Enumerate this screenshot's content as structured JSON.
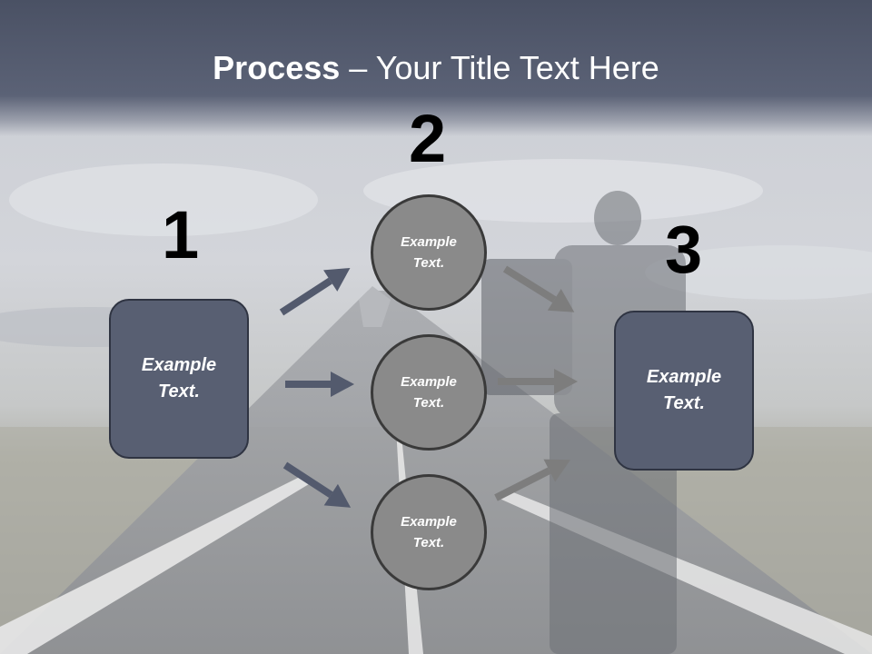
{
  "title": {
    "bold": "Process",
    "rest": " – Your Title Text Here"
  },
  "steps": [
    {
      "number": "1",
      "text": "Example\nText."
    },
    {
      "number": "2",
      "items": [
        "Example\nText.",
        "Example\nText.",
        "Example\nText."
      ]
    },
    {
      "number": "3",
      "text": "Example\nText."
    }
  ],
  "colors": {
    "box": "#585f72",
    "circle": "#8a8a8a",
    "arrow_dark": "#535a6d",
    "arrow_gray": "#7d7d7d",
    "title_band": "#4a5164"
  }
}
